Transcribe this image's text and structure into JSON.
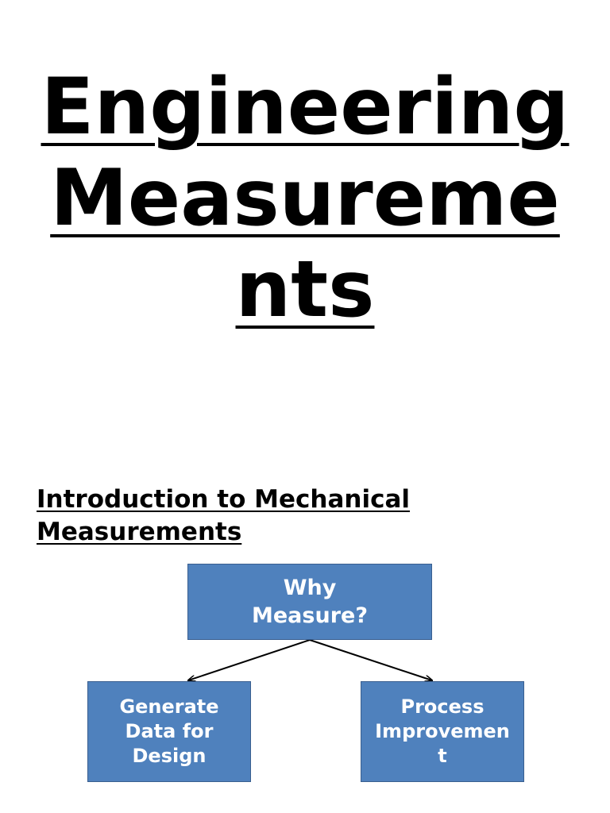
{
  "slide": {
    "title_lines": [
      "Engineering",
      "Measureme",
      "nts"
    ],
    "subtitle": "Introduction to Mechanical Measurements"
  },
  "diagram": {
    "root": {
      "lines": [
        "Why",
        "Measure?"
      ]
    },
    "children": [
      {
        "lines": [
          "Generate",
          "Data for",
          "Design"
        ]
      },
      {
        "lines": [
          "Process",
          "Improvemen",
          "t"
        ]
      }
    ],
    "colors": {
      "box_fill": "#4f81bd",
      "box_border": "#3a5f8f",
      "box_text": "#ffffff",
      "connector": "#000000"
    }
  }
}
